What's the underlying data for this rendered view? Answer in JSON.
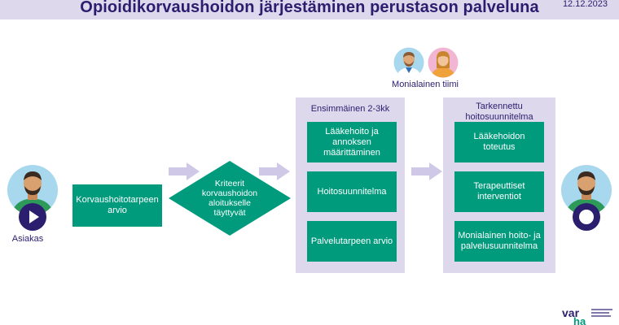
{
  "header": {
    "title": "Opioidikorvaushoidon järjestäminen perustason palveluna",
    "date": "12.12.2023"
  },
  "client": {
    "label": "Asiakas"
  },
  "team": {
    "label": "Monialainen tiimi"
  },
  "step1": {
    "text": "Korvaushoitotarpeen arvio"
  },
  "decision": {
    "text": "Kriteerit korvaushoidon aloitukselle täyttyvät"
  },
  "phase1": {
    "title": "Ensimmäinen 2-3kk",
    "items": [
      "Lääkehoito ja annoksen määrittäminen",
      "Hoitosuunnitelma",
      "Palvelutarpeen arvio"
    ]
  },
  "phase2": {
    "title": "Tarkennettu hoitosuunnitelma",
    "items": [
      "Lääkehoidon toteutus",
      "Terapeuttiset interventiot",
      "Monialainen hoito- ja palvelusuunnitelma"
    ]
  },
  "logo": {
    "text": "varha"
  },
  "colors": {
    "green": "#009b7d",
    "purple_light": "#ddd8ec",
    "navy": "#2b1e6e",
    "arrow": "#cfc8e6"
  }
}
